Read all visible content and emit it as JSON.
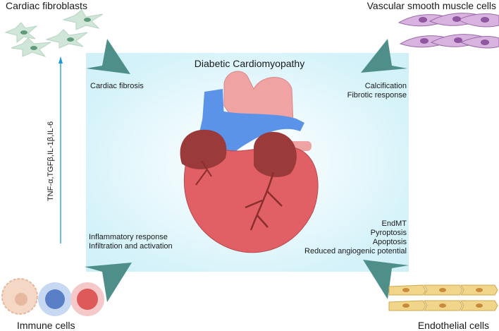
{
  "title": "Diabetic Cardiomyopathy",
  "corners": {
    "top_left": "Cardiac fibroblasts",
    "top_right": "Vascular smooth muscle cells",
    "bottom_left": "Immune cells",
    "bottom_right": "Endothelial cells"
  },
  "effects": {
    "top_left": [
      "Cardiac fibrosis"
    ],
    "top_right": [
      "Calcification",
      "Fibrotic response"
    ],
    "bottom_left": [
      "Inflammatory response",
      "Infiltration and activation"
    ],
    "bottom_right": [
      "EndMT",
      "Pyroptosis",
      "Apoptosis",
      "Reduced angiogenic potential"
    ]
  },
  "cytokines": "TNF-α,TGFβ,IL-1β,IL-6",
  "colors": {
    "arrow": "#4e8f8a",
    "cytokine_arrow": "#1e9ad6",
    "background_glow": "#cfeff8",
    "heart": "#e06065",
    "atria": "#9b3a3a",
    "vessels_blue": "#5a93e8",
    "vessels_pink": "#f0a3a3"
  }
}
